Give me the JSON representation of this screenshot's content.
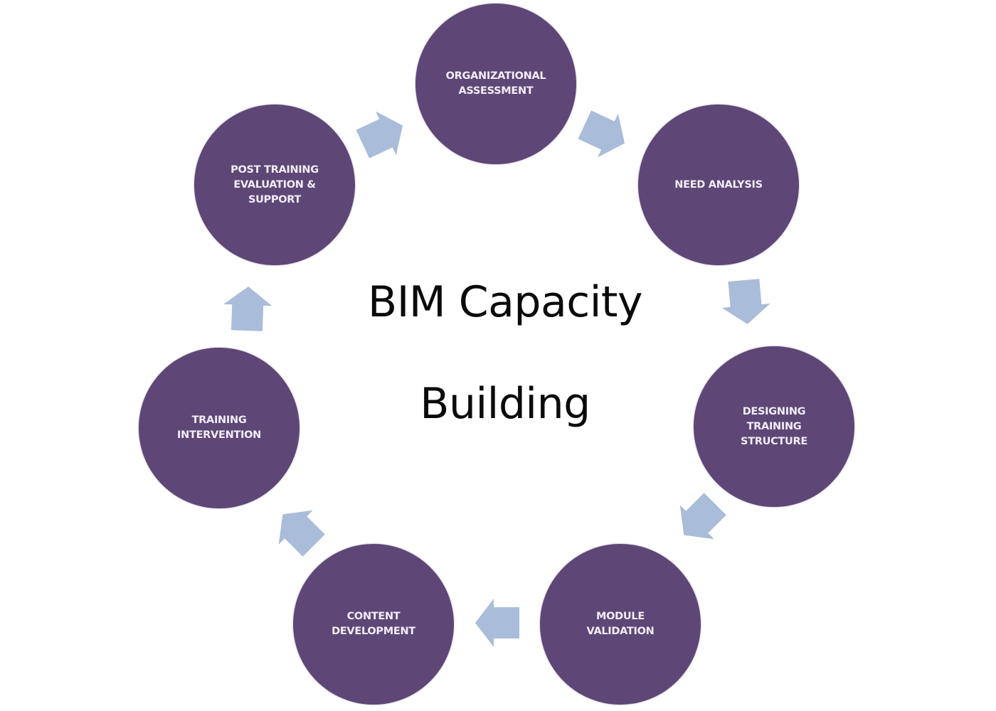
{
  "colors": {
    "node_fill": "#5e4677",
    "node_text": "#f2eef7",
    "arrow_fill": "#a9bcd9",
    "title_text": "#0a0a0a",
    "background": "#ffffff"
  },
  "title": {
    "line1": "BIM Capacity",
    "line2": "Building"
  },
  "cycle": {
    "direction": "clockwise",
    "steps": [
      {
        "label": "ORGANIZATIONAL\nASSESSMENT"
      },
      {
        "label": "NEED ANALYSIS"
      },
      {
        "label": "DESIGNING\nTRAINING\nSTRUCTURE"
      },
      {
        "label": "MODULE\nVALIDATION"
      },
      {
        "label": "CONTENT\nDEVELOPMENT"
      },
      {
        "label": "TRAINING\nINTERVENTION"
      },
      {
        "label": "POST TRAINING\nEVALUATION &\nSUPPORT"
      }
    ],
    "arrows": [
      {
        "from": "POST TRAINING EVALUATION & SUPPORT",
        "to": "ORGANIZATIONAL ASSESSMENT",
        "icon": "arrow-icon"
      },
      {
        "from": "ORGANIZATIONAL ASSESSMENT",
        "to": "NEED ANALYSIS",
        "icon": "arrow-icon"
      },
      {
        "from": "NEED ANALYSIS",
        "to": "DESIGNING TRAINING STRUCTURE",
        "icon": "arrow-icon"
      },
      {
        "from": "DESIGNING TRAINING STRUCTURE",
        "to": "MODULE VALIDATION",
        "icon": "arrow-icon"
      },
      {
        "from": "MODULE VALIDATION",
        "to": "CONTENT DEVELOPMENT",
        "icon": "arrow-icon"
      },
      {
        "from": "CONTENT DEVELOPMENT",
        "to": "TRAINING INTERVENTION",
        "icon": "arrow-icon"
      },
      {
        "from": "TRAINING INTERVENTION",
        "to": "POST TRAINING EVALUATION & SUPPORT",
        "icon": "arrow-icon"
      }
    ]
  }
}
